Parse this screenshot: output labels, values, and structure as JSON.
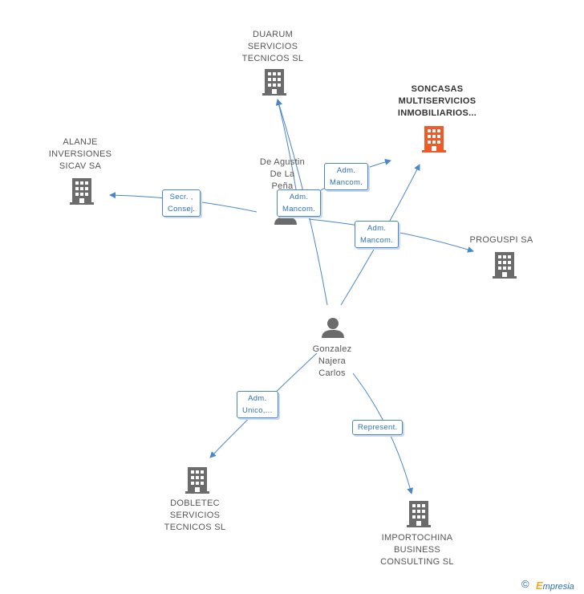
{
  "colors": {
    "edge": "#4a86c8",
    "building": "#6b6b6b",
    "focus_building": "#f05a28",
    "person": "#6b6b6b"
  },
  "nodes": {
    "duarum": {
      "label": "DUARUM\nSERVICIOS\nTECNICOS SL",
      "icon": "building-icon"
    },
    "soncasas": {
      "label": "SONCASAS\nMULTISERVICIOS\nINMOBILIARIOS...",
      "icon": "building-icon"
    },
    "alanje": {
      "label": "ALANJE\nINVERSIONES\nSICAV SA",
      "icon": "building-icon"
    },
    "progusp": {
      "label": "PROGUSPI SA",
      "icon": "building-icon"
    },
    "deagustin": {
      "label": "De Agustin\nDe La\nPeña",
      "icon": "person-icon"
    },
    "gonzalez": {
      "label": "Gonzalez\nNajera\nCarlos",
      "icon": "person-icon"
    },
    "dobletec": {
      "label": "DOBLETEC\nSERVICIOS\nTECNICOS  SL",
      "icon": "building-icon"
    },
    "importochina": {
      "label": "IMPORTOCHINA\nBUSINESS\nCONSULTING SL",
      "icon": "building-icon"
    }
  },
  "edges": {
    "secr": "Secr. ,\nConsej.",
    "adm1": "Adm.\nMancom.",
    "adm2": "Adm.\nMancom.",
    "adm3": "Adm.\nMancom.",
    "unico": "Adm.\nUnico,...",
    "represent": "Represent."
  },
  "footer": {
    "copyright": "©",
    "brand_initial": "E",
    "brand_rest": "mpresia"
  }
}
